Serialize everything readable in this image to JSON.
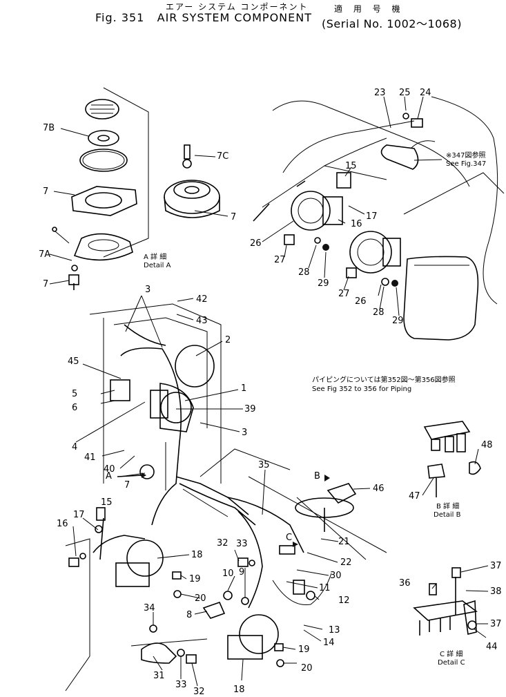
{
  "header": {
    "title_jp": "エアー システム コンポーネント",
    "fig_label": "Fig. 351",
    "title_en": "AIR SYSTEM COMPONENT",
    "serial_jp": "適 用 号 機",
    "serial_en": "(Serial No. 1002～1068)"
  },
  "notes": {
    "see_fig347_jp": "※347図参照",
    "see_fig347_en": "See Fig.347",
    "piping_jp": "パイピングについては第352図～第356図参照",
    "piping_en": "See Fig 352 to 356 for Piping",
    "detail_a_jp": "A 詳 細",
    "detail_a_en": "Detail A",
    "detail_b_jp": "B 詳 細",
    "detail_b_en": "Detail B",
    "detail_c_jp": "C 詳 細",
    "detail_c_en": "Detail C",
    "arrow_a": "A",
    "arrow_b": "B",
    "arrow_c": "C"
  },
  "callouts": [
    "7B",
    "7C",
    "7",
    "7",
    "7A",
    "7",
    "23",
    "25",
    "24",
    "15",
    "17",
    "16",
    "26",
    "27",
    "28",
    "29",
    "27",
    "28",
    "26",
    "29",
    "42",
    "43",
    "3",
    "2",
    "45",
    "5",
    "6",
    "4",
    "1",
    "39",
    "3",
    "41",
    "40",
    "7",
    "35",
    "46",
    "48",
    "47",
    "15",
    "17",
    "16",
    "18",
    "32",
    "33",
    "9",
    "10",
    "19",
    "20",
    "8",
    "21",
    "22",
    "30",
    "11",
    "12",
    "13",
    "14",
    "34",
    "31",
    "33",
    "32",
    "19",
    "20",
    "18",
    "37",
    "36",
    "38",
    "37",
    "44"
  ]
}
